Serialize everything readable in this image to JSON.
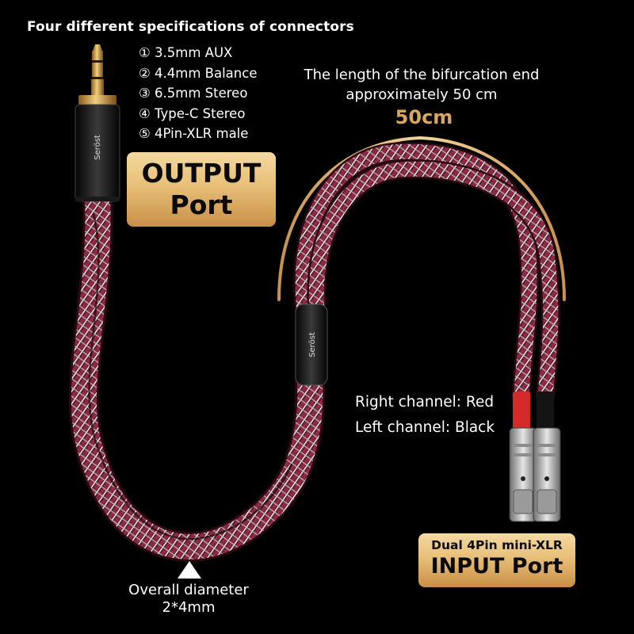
{
  "spec_heading": "Four different specifications of connectors",
  "connector_specs": [
    "① 3.5mm AUX",
    "② 4.4mm Balance",
    "③ 6.5mm Stereo",
    "④ Type-C Stereo",
    "⑤ 4Pin-XLR male"
  ],
  "bifurcation": {
    "line1": "The length of the bifurcation end",
    "line2": "approximately 50 cm",
    "value": "50cm"
  },
  "output_badge": {
    "line1": "OUTPUT",
    "line2": "Port"
  },
  "channels": {
    "right": "Right channel: Red",
    "left": "Left channel: Black"
  },
  "input_badge": {
    "line1": "Dual 4Pin mini-XLR",
    "line2": "INPUT Port"
  },
  "diameter": {
    "line1": "Overall diameter",
    "line2": "2*4mm"
  },
  "brand": "Seröst",
  "colors": {
    "background": "#000000",
    "gold_badge": "#e8bf78",
    "gold_text": "#d9a760",
    "cable_maroon": "#7a2238",
    "right_channel": "#d42a2a"
  }
}
